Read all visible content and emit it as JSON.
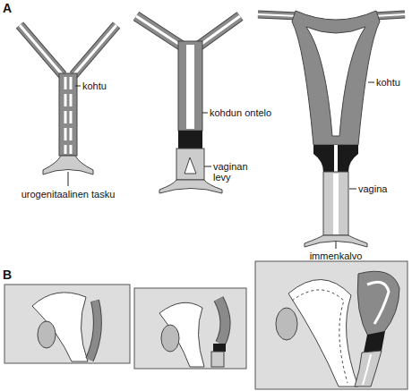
{
  "diagram": {
    "labels": [
      "A",
      "kohtu",
      "urogenitaalinen tasku",
      "kohdun ontelo",
      "vaginan levy",
      "kohtu",
      "vagina",
      "immenkalvo",
      "B"
    ]
  }
}
